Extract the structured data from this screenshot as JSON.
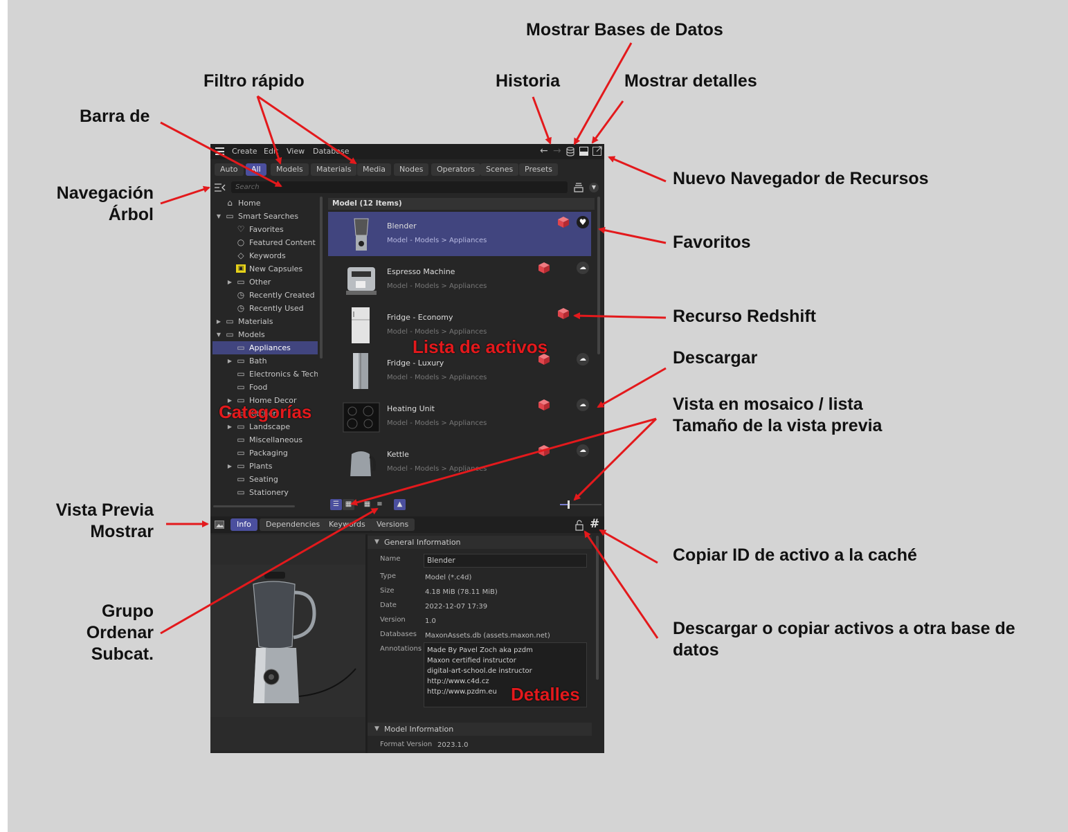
{
  "colors": {
    "background": "#d4d4d4",
    "app_bg": "#262626",
    "accent": "#4b4f9e",
    "selection": "#41457f",
    "callout_arrow": "#e3191c",
    "redshift_icon": "#e0454c"
  },
  "callouts": {
    "mostrar_bases": "Mostrar Bases de Datos",
    "filtro_rapido": "Filtro rápido",
    "historia": "Historia",
    "mostrar_detalles": "Mostrar detalles",
    "barra_de": "Barra de",
    "nuevo_navegador": "Nuevo Navegador de Recursos",
    "navegacion_1": "Navegación",
    "navegacion_2": "Árbol",
    "favoritos": "Favoritos",
    "recurso_redshift": "Recurso Redshift",
    "descargar": "Descargar",
    "vista_mosaico_1": "Vista en mosaico / lista",
    "vista_mosaico_2": "Tamaño de la vista previa",
    "vista_previa_1": "Vista Previa",
    "vista_previa_2": "Mostrar",
    "copiar_id": "Copiar ID de activo a la caché",
    "grupo_1": "Grupo",
    "grupo_2": "Ordenar",
    "grupo_3": "Subcat.",
    "descargar_copiar_1": "Descargar o copiar activos a otra base de",
    "descargar_copiar_2": "datos"
  },
  "overlays": {
    "lista": "Lista de activos",
    "categorias": "Categorías",
    "detalles": "Detalles"
  },
  "menu": {
    "items": [
      "Create",
      "Edit",
      "View",
      "Database"
    ],
    "icons": [
      "back-arrow-icon",
      "forward-arrow-icon",
      "database-icon",
      "detail-panel-icon",
      "new-window-icon"
    ]
  },
  "quick_filters": [
    {
      "label": "Auto",
      "active": false
    },
    {
      "label": "All",
      "active": true
    },
    {
      "label": "Models",
      "active": false
    },
    {
      "label": "Materials",
      "active": false
    },
    {
      "label": "Media",
      "active": false
    },
    {
      "label": "Nodes",
      "active": false
    },
    {
      "label": "Operators",
      "active": false
    },
    {
      "label": "Scenes",
      "active": false
    },
    {
      "label": "Presets",
      "active": false
    }
  ],
  "search": {
    "placeholder": "Search"
  },
  "tree": {
    "items": [
      {
        "label": "Home",
        "depth": 0,
        "arrow": "",
        "icon": "home-icon"
      },
      {
        "label": "Smart Searches",
        "depth": 0,
        "arrow": "down",
        "icon": "folder-icon"
      },
      {
        "label": "Favorites",
        "depth": 1,
        "arrow": "",
        "icon": "heart-icon"
      },
      {
        "label": "Featured Content",
        "depth": 1,
        "arrow": "",
        "icon": "search-icon"
      },
      {
        "label": "Keywords",
        "depth": 1,
        "arrow": "",
        "icon": "tag-icon"
      },
      {
        "label": "New Capsules",
        "depth": 1,
        "arrow": "",
        "icon": "capsule-icon"
      },
      {
        "label": "Other",
        "depth": 1,
        "arrow": "right",
        "icon": "folder-icon"
      },
      {
        "label": "Recently Created",
        "depth": 1,
        "arrow": "",
        "icon": "clock-icon"
      },
      {
        "label": "Recently Used",
        "depth": 1,
        "arrow": "",
        "icon": "clock-icon"
      },
      {
        "label": "Materials",
        "depth": 0,
        "arrow": "right",
        "icon": "folder-icon"
      },
      {
        "label": "Models",
        "depth": 0,
        "arrow": "down",
        "icon": "folder-icon"
      },
      {
        "label": "Appliances",
        "depth": 1,
        "arrow": "",
        "icon": "folder-icon",
        "selected": true
      },
      {
        "label": "Bath",
        "depth": 1,
        "arrow": "right",
        "icon": "folder-icon"
      },
      {
        "label": "Electronics & Techn",
        "depth": 1,
        "arrow": "",
        "icon": "folder-icon"
      },
      {
        "label": "Food",
        "depth": 1,
        "arrow": "",
        "icon": "folder-icon"
      },
      {
        "label": "Home Decor",
        "depth": 1,
        "arrow": "right",
        "icon": "folder-icon"
      },
      {
        "label": "Kitchen",
        "depth": 1,
        "arrow": "right",
        "icon": "folder-icon"
      },
      {
        "label": "Landscape",
        "depth": 1,
        "arrow": "right",
        "icon": "folder-icon"
      },
      {
        "label": "Miscellaneous",
        "depth": 1,
        "arrow": "",
        "icon": "folder-icon"
      },
      {
        "label": "Packaging",
        "depth": 1,
        "arrow": "",
        "icon": "folder-icon"
      },
      {
        "label": "Plants",
        "depth": 1,
        "arrow": "right",
        "icon": "folder-icon"
      },
      {
        "label": "Seating",
        "depth": 1,
        "arrow": "",
        "icon": "folder-icon"
      },
      {
        "label": "Stationery",
        "depth": 1,
        "arrow": "",
        "icon": "folder-icon"
      }
    ]
  },
  "list": {
    "header": "Model (12 Items)",
    "assets": [
      {
        "name": "Blender",
        "path": "Model - Models > Appliances",
        "selected": true,
        "thumb": "blender",
        "status": "favorite-heart-icon"
      },
      {
        "name": "Espresso Machine",
        "path": "Model - Models > Appliances",
        "selected": false,
        "thumb": "espresso",
        "status": "download-cloud-icon"
      },
      {
        "name": "Fridge - Economy",
        "path": "Model - Models > Appliances",
        "selected": false,
        "thumb": "fridge",
        "status": ""
      },
      {
        "name": "Fridge - Luxury",
        "path": "Model - Models > Appliances",
        "selected": false,
        "thumb": "fridge-lux",
        "status": "download-cloud-icon"
      },
      {
        "name": "Heating Unit",
        "path": "Model - Models > Appliances",
        "selected": false,
        "thumb": "cooktop",
        "status": "download-cloud-icon"
      },
      {
        "name": "Kettle",
        "path": "Model - Models > Appliances",
        "selected": false,
        "thumb": "kettle",
        "status": "download-cloud-icon"
      }
    ]
  },
  "view_bar": {
    "preview_size": 0.2
  },
  "info_tabs": [
    {
      "label": "Info",
      "active": true
    },
    {
      "label": "Dependencies",
      "active": false
    },
    {
      "label": "Keywords",
      "active": false
    },
    {
      "label": "Versions",
      "active": false
    }
  ],
  "details": {
    "general_title": "General Information",
    "rows": [
      {
        "label": "Name",
        "value": "Blender"
      },
      {
        "label": "Type",
        "value": "Model (*.c4d)"
      },
      {
        "label": "Size",
        "value": "4.18 MiB (78.11 MiB)"
      },
      {
        "label": "Date",
        "value": "2022-12-07 17:39"
      },
      {
        "label": "Version",
        "value": "1.0"
      },
      {
        "label": "Databases",
        "value": "MaxonAssets.db (assets.maxon.net)"
      }
    ],
    "annotations_label": "Annotations",
    "annotations": [
      "Made By Pavel Zoch aka pzdm",
      "Maxon certified instructor",
      "digital-art-school.de instructor",
      "http://www.c4d.cz",
      "http://www.pzdm.eu"
    ],
    "model_title": "Model Information",
    "format_label": "Format Version",
    "format_value": "2023.1.0"
  }
}
